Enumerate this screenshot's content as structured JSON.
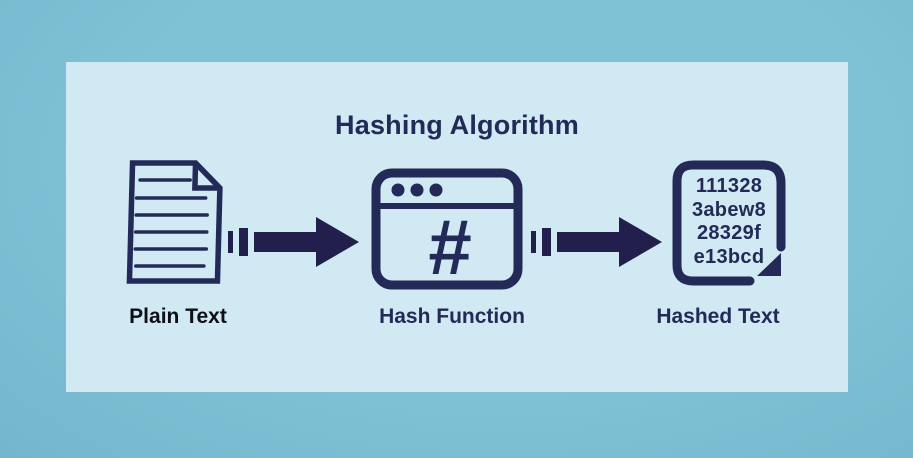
{
  "title": "Hashing Algorithm",
  "colors": {
    "outer_background": "#7fc2d6",
    "panel_background": "#d0e9f3",
    "navy": "#232a58",
    "arrow": "#231f4d",
    "plain_label_ink": "#0f1016"
  },
  "nodes": {
    "plain_text": {
      "label": "Plain Text",
      "icon": "document-icon"
    },
    "hash_function": {
      "label": "Hash Function",
      "symbol": "#",
      "icon": "browser-window-icon"
    },
    "hashed_text": {
      "label": "Hashed Text",
      "icon": "folded-document-icon",
      "output_lines": [
        "111328",
        "3abew8",
        "28329f",
        "e13bcd"
      ]
    }
  },
  "arrows": {
    "count": 2,
    "direction": "right"
  }
}
